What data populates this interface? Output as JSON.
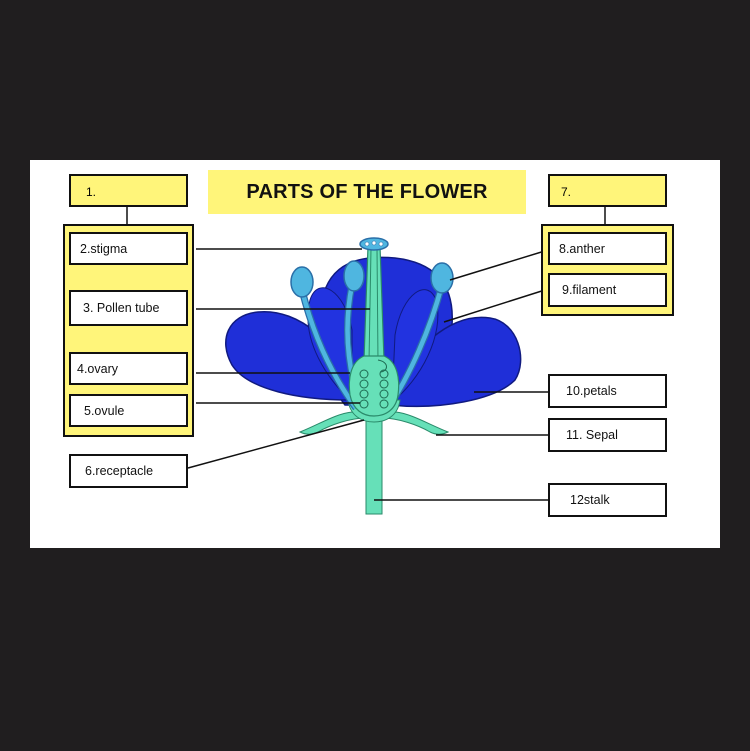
{
  "title": "PARTS OF THE FLOWER",
  "labels": {
    "l1": "1.",
    "l2": "2.stigma",
    "l3": "3. Pollen tube",
    "l4": "4.ovary",
    "l5": "5.ovule",
    "l6": "6.receptacle",
    "l7": "7.",
    "l8": "8.anther",
    "l9": "9.filament",
    "l10": "10.petals",
    "l11": "11. Sepal",
    "l12": "12stalk"
  },
  "colors": {
    "petal": "#1f2fd8",
    "pistil": "#66e0b8",
    "stamen": "#4fb6e0",
    "label_bg": "#fff57a",
    "background": "#201e1f"
  }
}
